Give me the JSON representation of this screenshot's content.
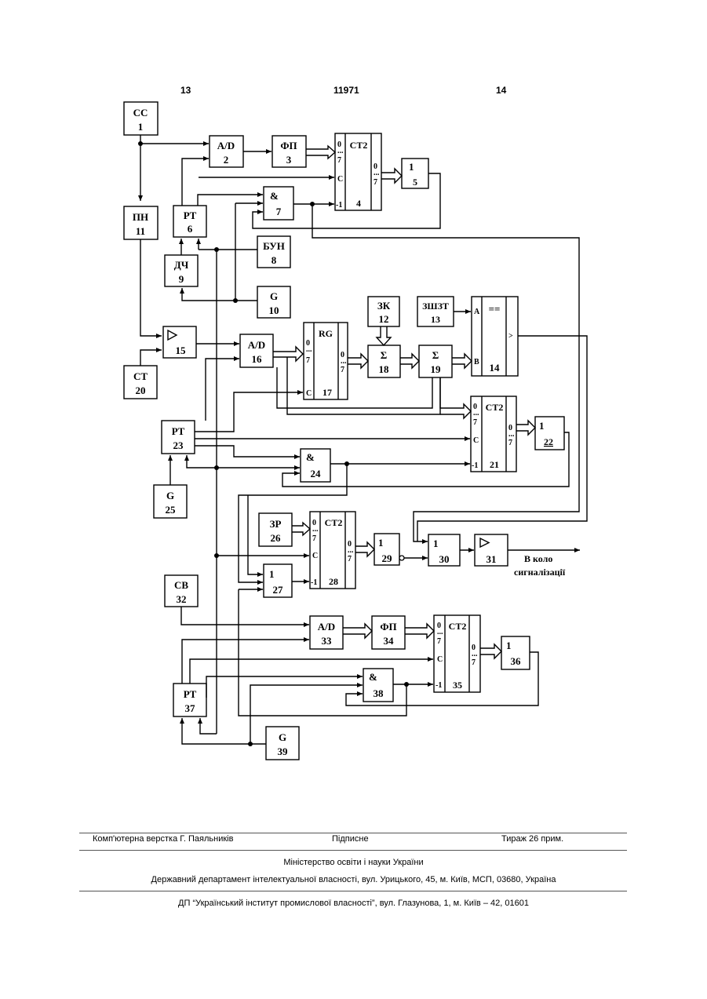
{
  "header": {
    "page_left": "13",
    "patent_number": "11971",
    "page_right": "14"
  },
  "blocks": {
    "b1": {
      "name": "CC",
      "num": "1"
    },
    "b2": {
      "name": "A/D",
      "num": "2"
    },
    "b3": {
      "name": "ФП",
      "num": "3"
    },
    "b4": {
      "name": "CT2",
      "num": "4"
    },
    "b5": {
      "name": "1",
      "num": "5"
    },
    "b6": {
      "name": "PT",
      "num": "6"
    },
    "b7": {
      "name": "&",
      "num": "7"
    },
    "b8": {
      "name": "БУН",
      "num": "8"
    },
    "b9": {
      "name": "ДЧ",
      "num": "9"
    },
    "b10": {
      "name": "G",
      "num": "10"
    },
    "b11": {
      "name": "ПН",
      "num": "11"
    },
    "b12": {
      "name": "ЗК",
      "num": "12"
    },
    "b13": {
      "name": "ЗШЗТ",
      "num": "13"
    },
    "b14": {
      "name": "==",
      "num": "14"
    },
    "b15": {
      "name": "▷",
      "num": "15"
    },
    "b16": {
      "name": "A/D",
      "num": "16"
    },
    "b17": {
      "name": "RG",
      "num": "17"
    },
    "b18": {
      "name": "Σ",
      "num": "18"
    },
    "b19": {
      "name": "Σ",
      "num": "19"
    },
    "b20": {
      "name": "CT",
      "num": "20"
    },
    "b21": {
      "name": "CT2",
      "num": "21"
    },
    "b22": {
      "name": "1",
      "num": "22"
    },
    "b23": {
      "name": "PT",
      "num": "23"
    },
    "b24": {
      "name": "&",
      "num": "24"
    },
    "b25": {
      "name": "G",
      "num": "25"
    },
    "b26": {
      "name": "ЗР",
      "num": "26"
    },
    "b27": {
      "name": "1",
      "num": "27"
    },
    "b28": {
      "name": "CT2",
      "num": "28"
    },
    "b29": {
      "name": "1",
      "num": "29"
    },
    "b30": {
      "name": "1",
      "num": "30"
    },
    "b31": {
      "name": "▷",
      "num": "31"
    },
    "b32": {
      "name": "CB",
      "num": "32"
    },
    "b33": {
      "name": "A/D",
      "num": "33"
    },
    "b34": {
      "name": "ФП",
      "num": "34"
    },
    "b35": {
      "name": "CT2",
      "num": "35"
    },
    "b36": {
      "name": "1",
      "num": "36"
    },
    "b37": {
      "name": "PT",
      "num": "37"
    },
    "b38": {
      "name": "&",
      "num": "38"
    },
    "b39": {
      "name": "G",
      "num": "39"
    }
  },
  "pins": {
    "d0": "0",
    "d7": "7",
    "dots": "...",
    "c": "C",
    "m1": "-1",
    "a": "A",
    "b": "B",
    "gt": ">"
  },
  "output_label": {
    "line1": "В коло",
    "line2": "сигналізації"
  },
  "footer": {
    "typesetter": "Комп'ютерна верстка Г. Паяльників",
    "signed": "Підписне",
    "circulation": "Тираж 26 прим.",
    "ministry": "Міністерство освіти і науки України",
    "department": "Державний департамент інтелектуальної власності, вул. Урицького, 45, м. Київ, МСП, 03680, Україна",
    "institute": "ДП “Український інститут промислової власності”, вул. Глазунова, 1, м. Київ – 42, 01601"
  }
}
